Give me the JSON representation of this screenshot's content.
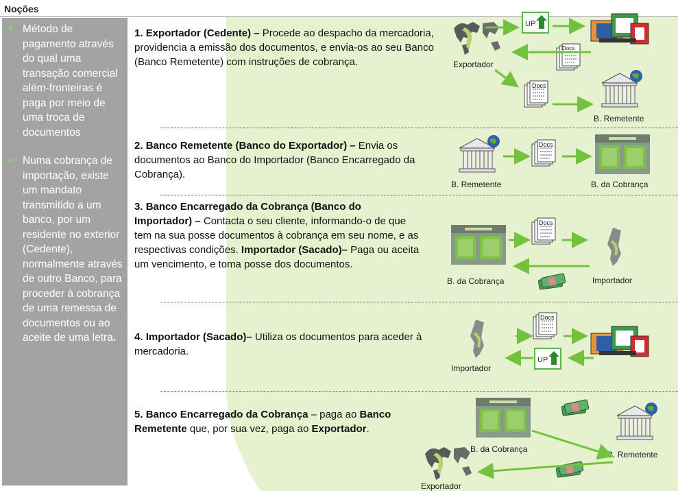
{
  "title": "Noções",
  "sidebar": {
    "bullet1": "Método de pagamento através do qual uma transação comercial além-fronteiras é paga por meio de uma troca de documentos",
    "bullet2_main": "Numa cobrança de importação, existe um mandato transmitido a um banco, por um residente no exterior (Cedente), normalmente através de outro Banco, para proceder à cobrança de uma remessa de documentos ou ao aceite de uma letra",
    "bullet2_end": "."
  },
  "steps": {
    "s1": {
      "num": "1.",
      "bold": "Exportador (Cedente) –",
      "text": " Procede ao despacho da mercadoria, providencia a emissão dos documentos, e envia-os ao seu Banco (Banco Remetente) com instruções de cobrança."
    },
    "s2": {
      "num": "2.",
      "bold": "Banco Remetente (Banco do Exportador) –",
      "text": " Envia os documentos ao Banco do Importador (Banco Encarregado da Cobrança)."
    },
    "s3": {
      "num": "3.",
      "bold": "Banco Encarregado da Cobrança (Banco do Importador) –",
      "text": " Contacta o seu cliente, informando-o de que tem na sua posse documentos à cobrança em seu nome, e as respectivas condições.",
      "bold2": "Importador (Sacado)–",
      "text2": " Paga ou aceita um vencimento, e toma posse dos documentos."
    },
    "s4": {
      "num": "4.",
      "bold": "Importador (Sacado)–",
      "text": " Utiliza os documentos para aceder à mercadoria."
    },
    "s5": {
      "num": "5.",
      "bold": "Banco Encarregado da Cobrança",
      "text": " – paga ao ",
      "bold2": "Banco Remetente",
      "text2": " que, por sua vez, paga ao ",
      "bold3": "Exportador",
      "text3": "."
    }
  },
  "labels": {
    "exportador": "Exportador",
    "b_remetente": "B. Remetente",
    "b_cobranca": "B. da Cobrança",
    "importador": "Importador",
    "docs": "Docs",
    "up": "UP"
  },
  "colors": {
    "sidebar_bg": "#a3a3a3",
    "accent_green": "#7ed957",
    "band_green": "#e6f1cf",
    "arrow_green": "#72c23e"
  },
  "icons": [
    "world-map-icon",
    "truck-icon",
    "up-box-icon",
    "document-icon",
    "bank-icon",
    "bank-branch-icon",
    "money-icon",
    "portugal-map-icon"
  ]
}
